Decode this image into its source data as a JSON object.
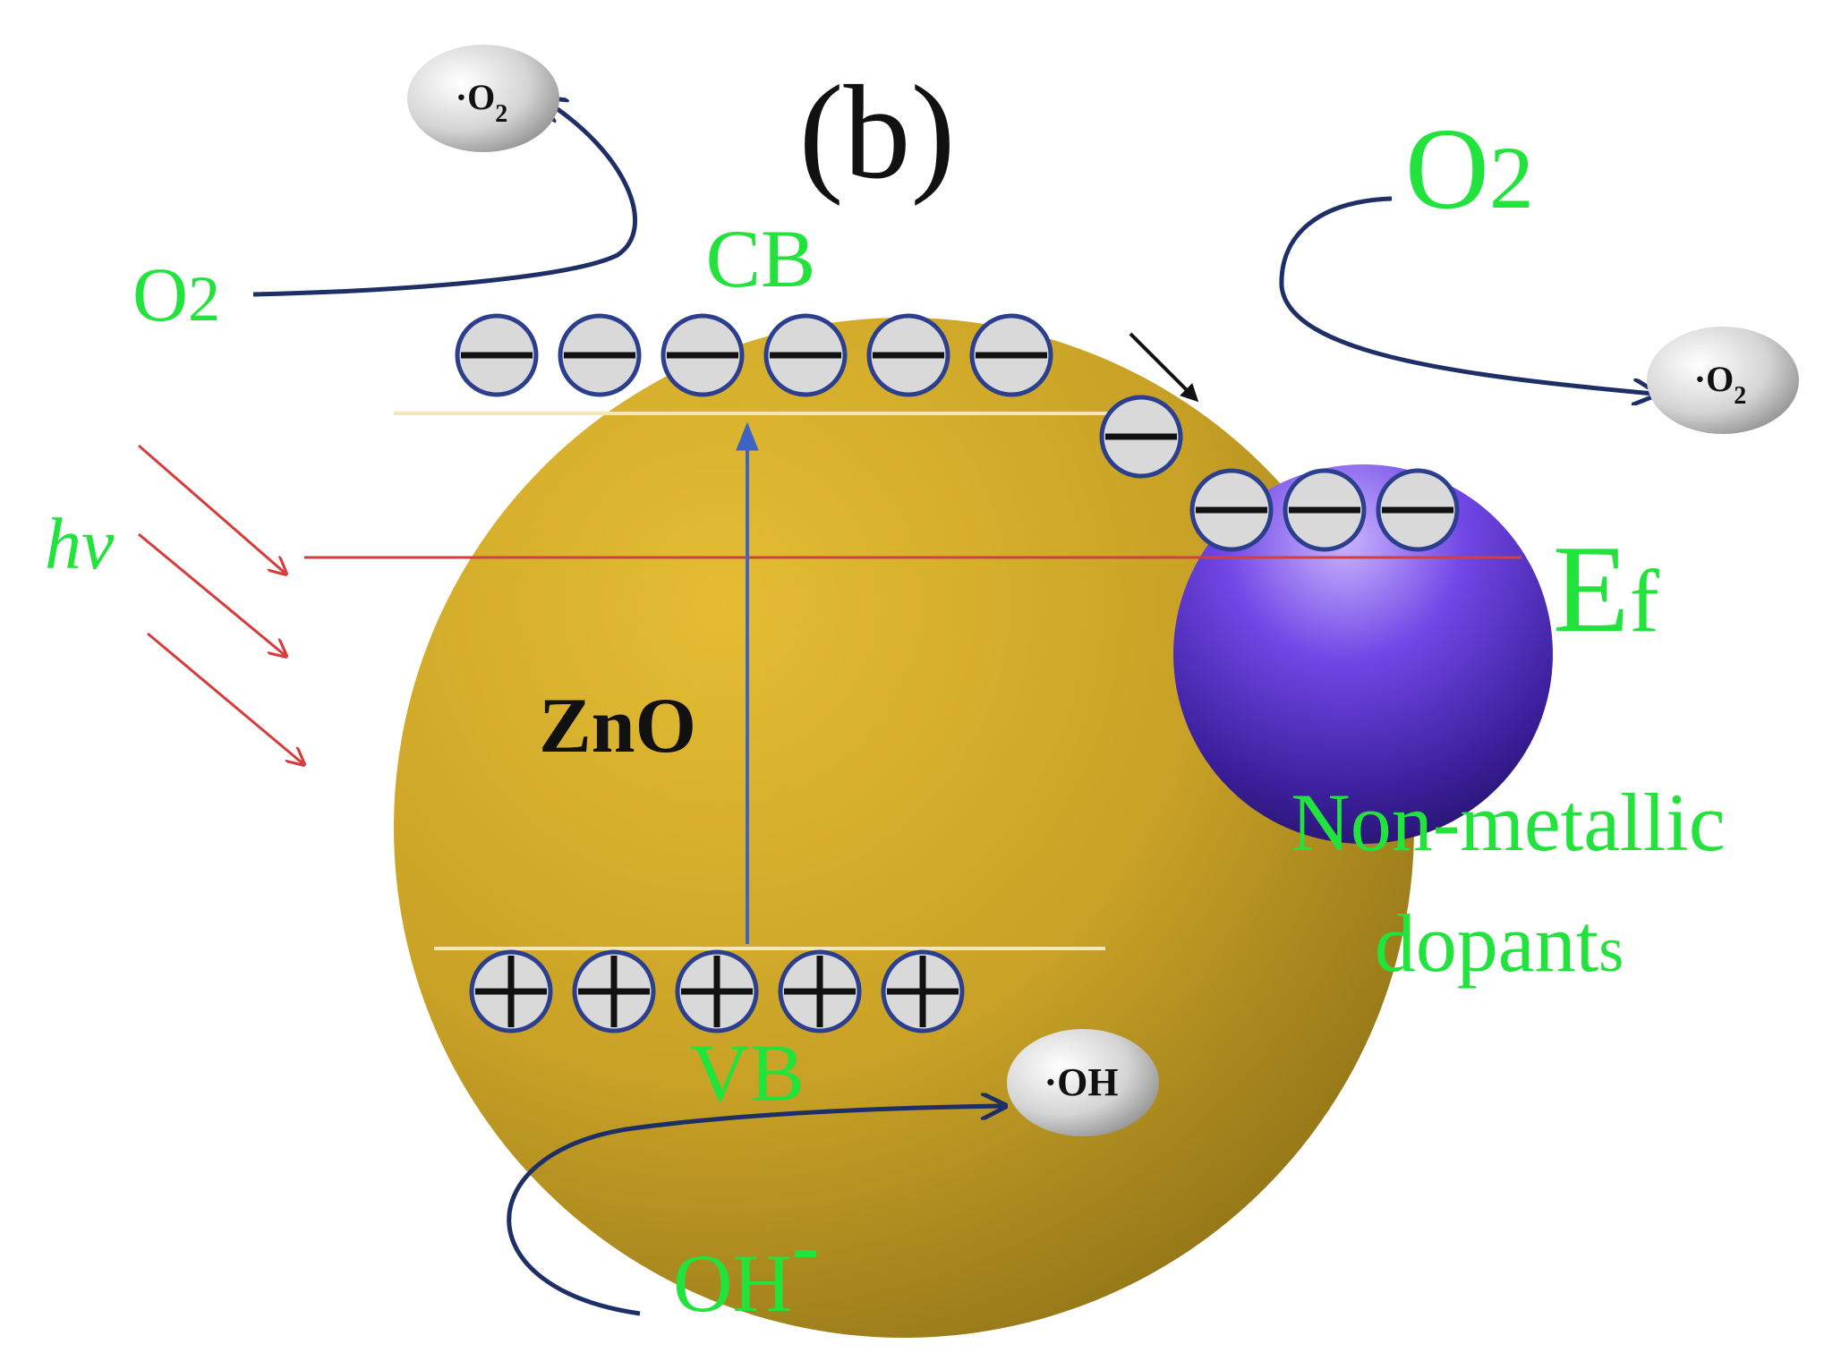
{
  "panel_label": "(b)",
  "semiconductor": {
    "name": "ZnO",
    "cb_label": "CB",
    "vb_label": "VB"
  },
  "dopant": {
    "fermi_label_main": "E",
    "fermi_label_sub": "f",
    "label_line1": "Non-metallic",
    "label_line2_main": "dopant",
    "label_line2_tail": "s"
  },
  "light_label": "hv",
  "reactants": {
    "o2_left_main": "O",
    "o2_left_sub": "2",
    "o2_right_main": "O",
    "o2_right_sub": "2",
    "oh_main": "OH",
    "oh_charge": "-"
  },
  "products": {
    "superoxide_left_dot": "·",
    "superoxide_left_main": "O",
    "superoxide_left_sub": "2",
    "superoxide_right_dot": "·",
    "superoxide_right_main": "O",
    "superoxide_right_sub": "2",
    "hydroxyl_radical": "·OH"
  },
  "carriers": {
    "electron_count_cb": 6,
    "electron_count_transfer": 1,
    "electron_count_dopant": 3,
    "hole_count_vb": 5
  },
  "colors": {
    "label_green": "#22e23c",
    "zno_gold": "#c9a226",
    "dopant_purple": "#5a34c8",
    "arrow_navy": "#1d2f66",
    "light_red": "#d93a3a",
    "fermi_line": "#d04040",
    "transition_blue": "#3f63c4",
    "carrier_outline": "#2b3f8e",
    "carrier_fill": "#d9d9d9"
  }
}
